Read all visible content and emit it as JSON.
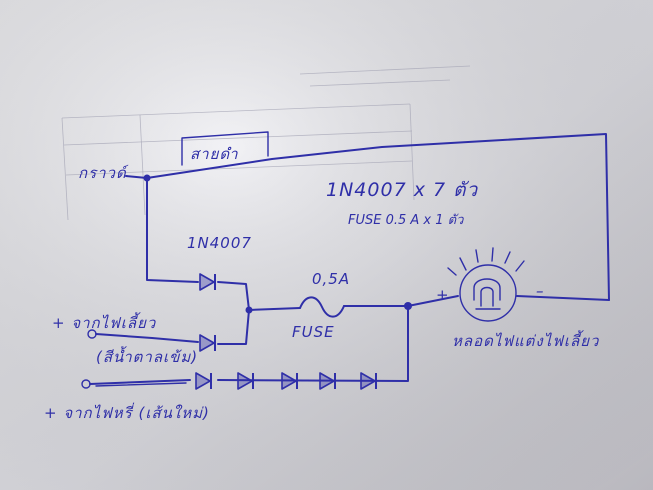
{
  "diagram": {
    "labels": {
      "ground": "กราวด์",
      "black_wire": "สายดำ",
      "diode_spec": "1N4007 x 7 ตัว",
      "fuse_spec": "FUSE 0.5 A x 1 ตัว",
      "diode": "1N4007",
      "fuse_rating": "0,5A",
      "fuse": "FUSE",
      "input_1": "+ จากไฟเลี้ยว",
      "input_2": "(สีน้ำตาลเข้ม)",
      "input_3": "+ จากไฟหรี่ (เส้นใหม่)",
      "lamp": "หลอดไฟแต่งไฟเลี้ยว",
      "plus": "+",
      "minus": "–"
    }
  }
}
